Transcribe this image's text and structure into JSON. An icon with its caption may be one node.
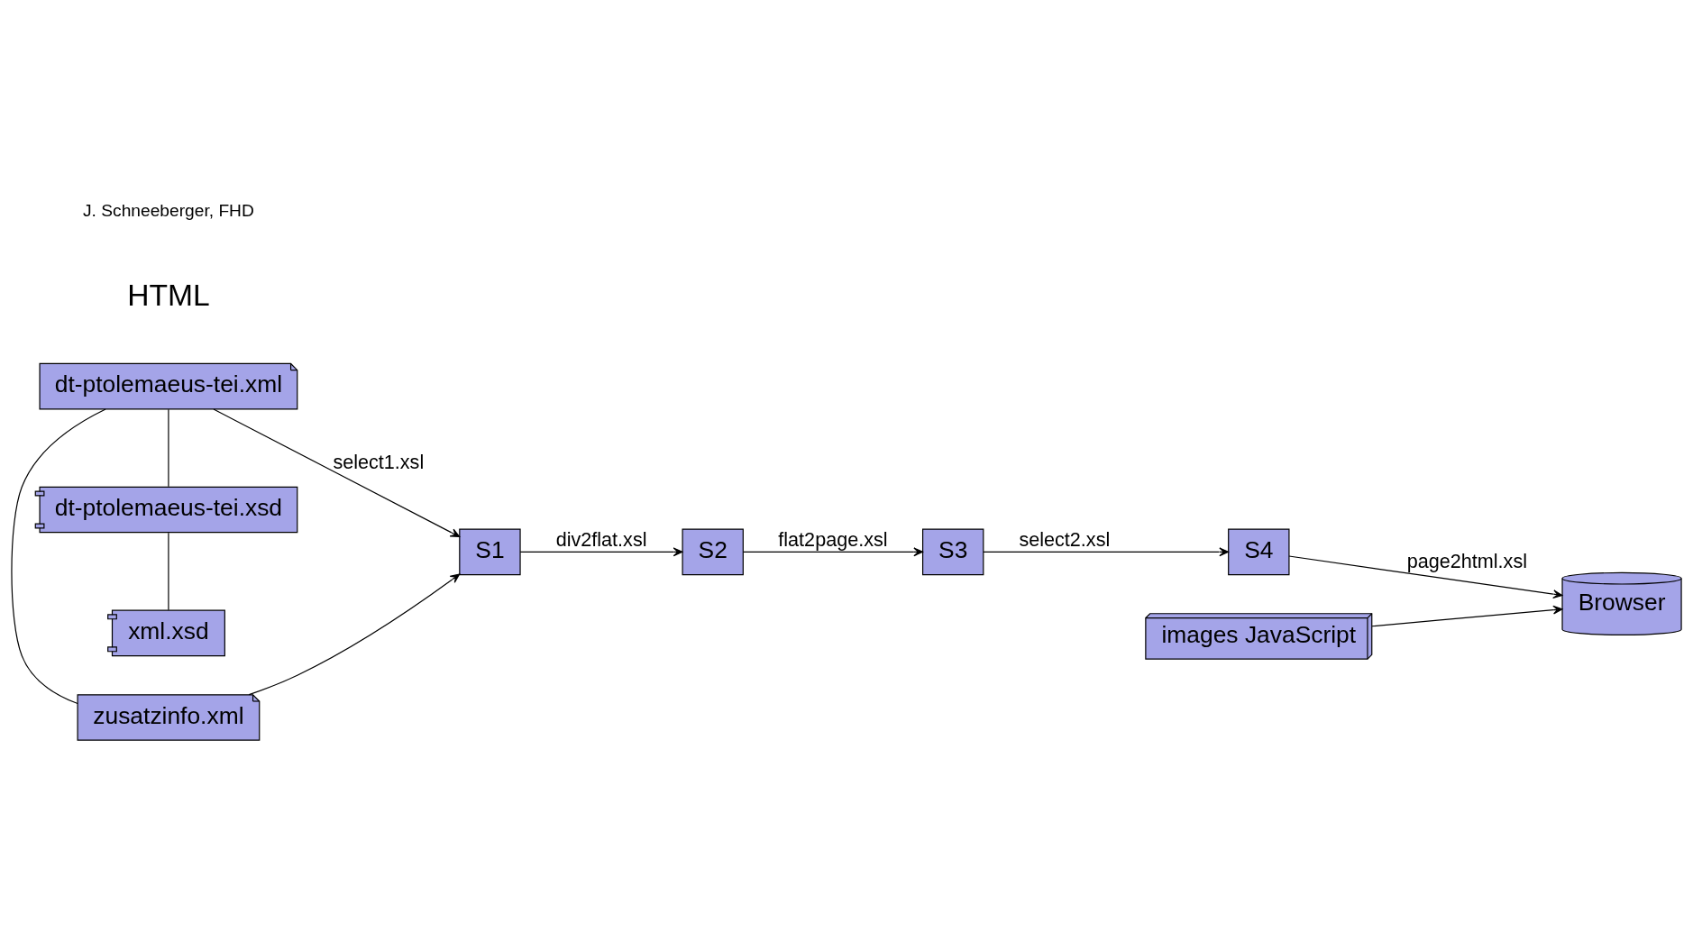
{
  "diagram": {
    "nodes": [
      {
        "text": [
          "dt-ptolemaeus-tei.xml"
        ]
      },
      {
        "text": [
          "zusatzinfo.xml"
        ]
      },
      {
        "text": [
          "dt-ptolemaeus-tei.xsd"
        ]
      },
      {
        "text": [
          "xml.xsd"
        ]
      },
      {
        "text": [
          "S1"
        ]
      },
      {
        "text": [
          "S2"
        ]
      },
      {
        "text": [
          "S3"
        ]
      },
      {
        "text": [
          "S4"
        ]
      },
      {
        "text": [
          "images JavaScript"
        ]
      },
      {
        "text": [
          "Browser"
        ]
      }
    ],
    "edges": [
      {
        "from": 0,
        "to": 1,
        "arrow": "none"
      },
      {
        "from": 0,
        "to": 2,
        "arrow": "none"
      },
      {
        "from": 2,
        "to": 3,
        "arrow": "none"
      },
      {
        "from": 0,
        "to": 4,
        "arrow": "to",
        "label": "select1.xsl"
      },
      {
        "from": 1,
        "to": 4,
        "arrow": "to"
      },
      {
        "from": 4,
        "to": 5,
        "arrow": "to",
        "label": "div2flat.xsl"
      },
      {
        "from": 5,
        "to": 6,
        "arrow": "to",
        "label": "flat2page.xsl"
      },
      {
        "from": 6,
        "to": 7,
        "arrow": "to",
        "label": "select2.xsl"
      },
      {
        "from": 7,
        "to": 9,
        "arrow": "to",
        "label": "page2html.xsl"
      },
      {
        "from": 8,
        "to": 9,
        "arrow": "to"
      }
    ],
    "labels": [
      "HTML",
      "J. Schneeberger, FHD"
    ]
  }
}
